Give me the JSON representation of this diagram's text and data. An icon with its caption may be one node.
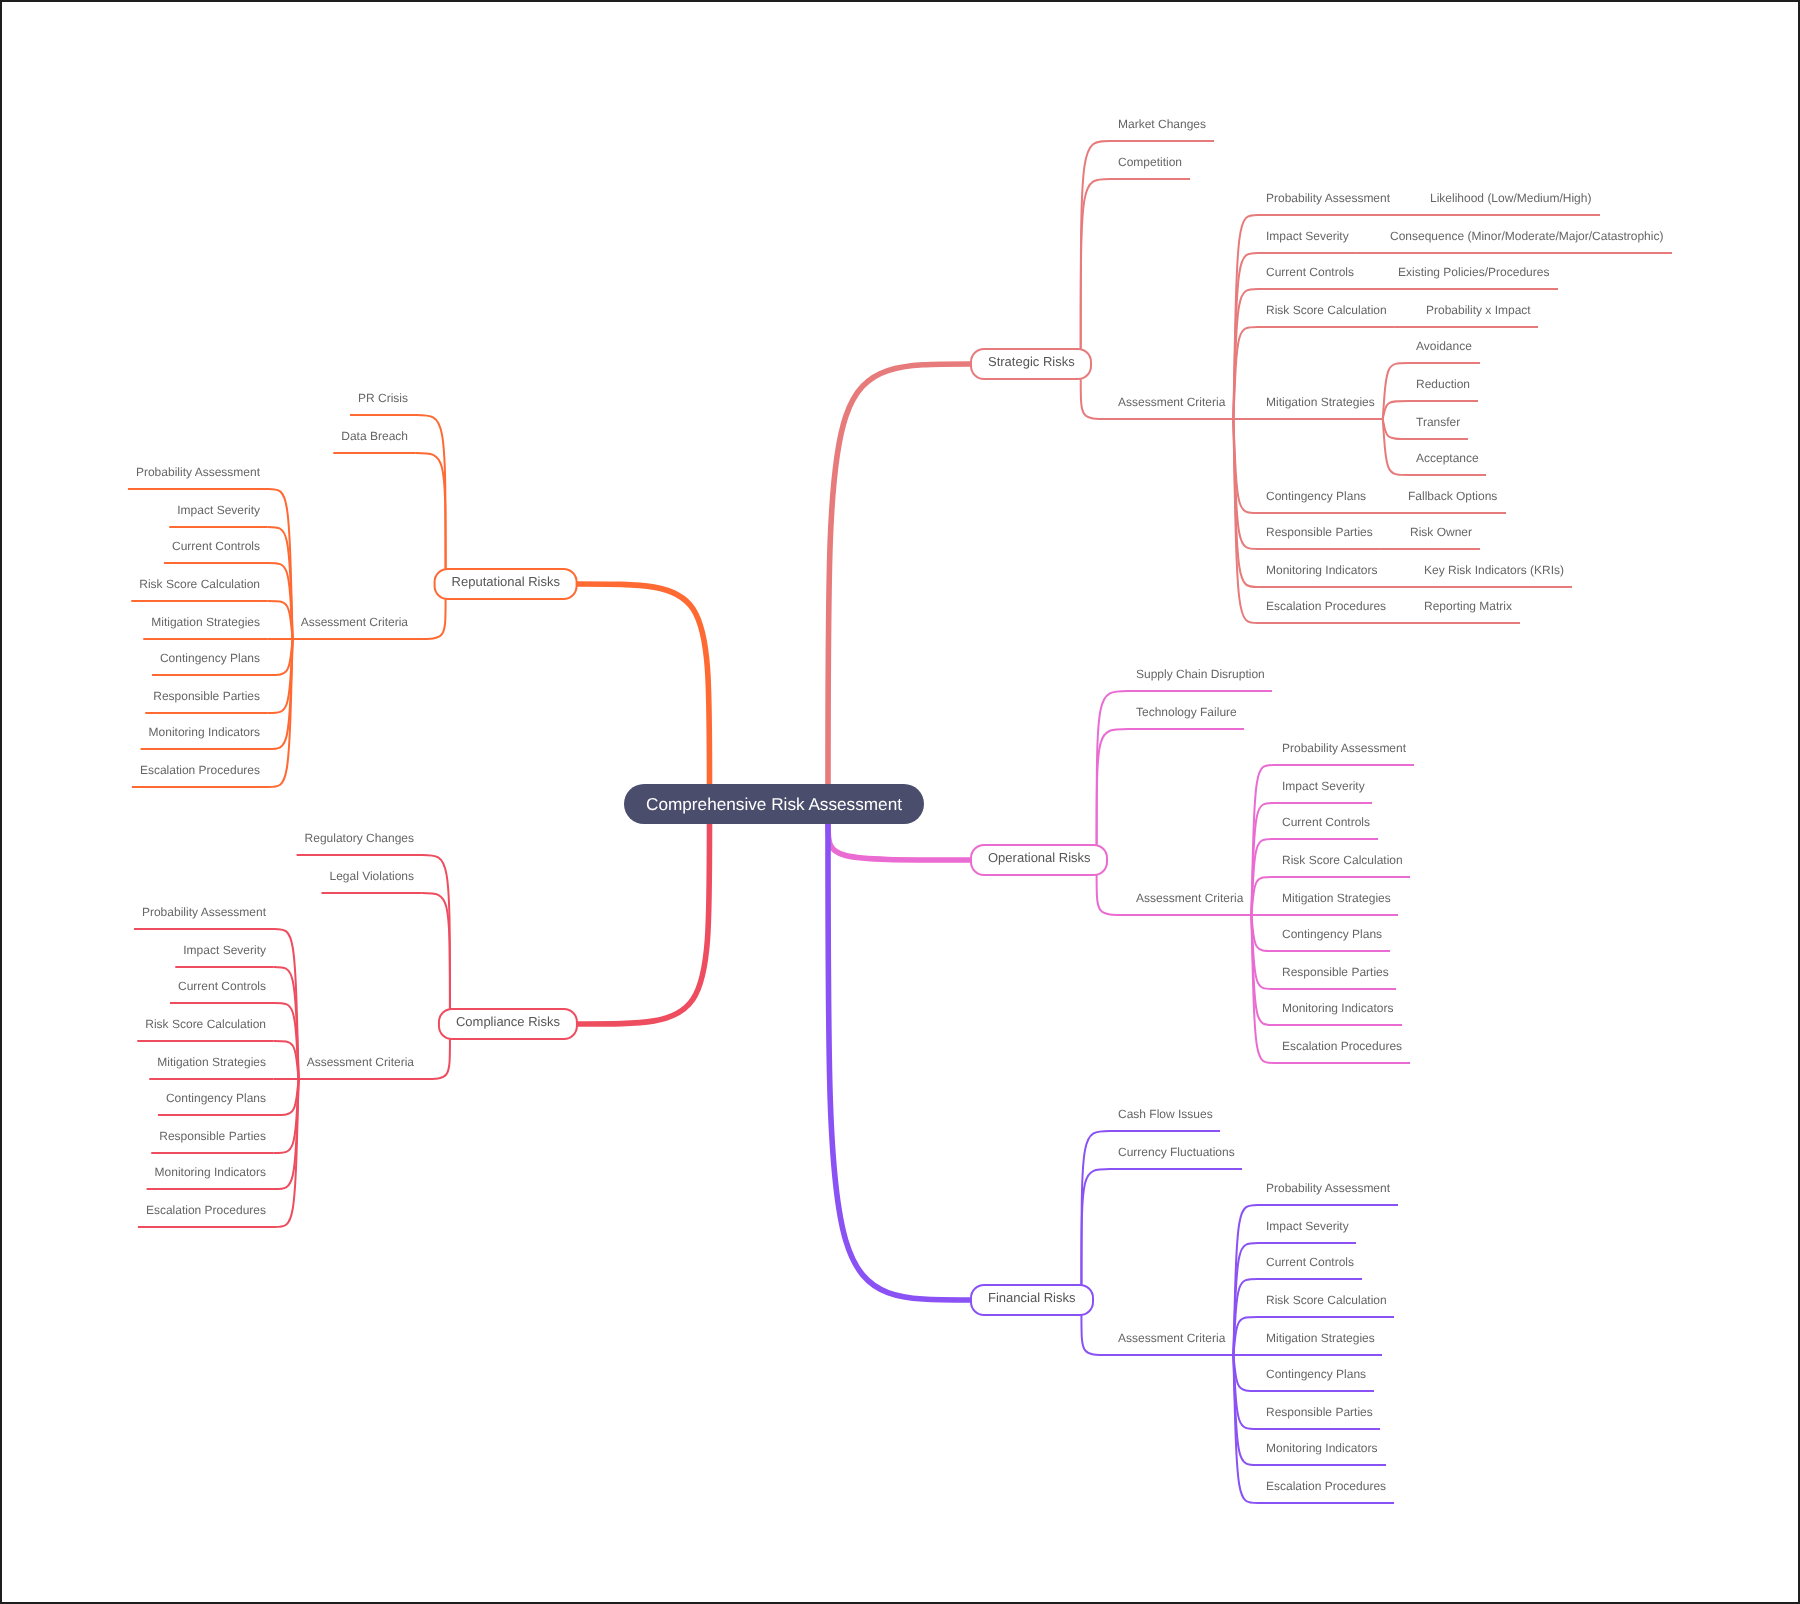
{
  "diagram": {
    "nodes": [
      {
        "text": [
          "Comprehensive Risk Assessment"
        ]
      },
      {
        "text": [
          "Strategic Risks"
        ]
      },
      {
        "text": [
          "Market Changes"
        ]
      },
      {
        "text": [
          "Competition"
        ]
      },
      {
        "text": [
          "Assessment Criteria"
        ]
      },
      {
        "text": [
          "Probability Assessment"
        ]
      },
      {
        "text": [
          "Likelihood (Low/Medium/High)"
        ]
      },
      {
        "text": [
          "Impact Severity"
        ]
      },
      {
        "text": [
          "Consequence (Minor/Moderate/Major/Catastrophic)"
        ]
      },
      {
        "text": [
          "Current Controls"
        ]
      },
      {
        "text": [
          "Existing Policies/Procedures"
        ]
      },
      {
        "text": [
          "Risk Score Calculation"
        ]
      },
      {
        "text": [
          "Probability x Impact"
        ]
      },
      {
        "text": [
          "Mitigation Strategies"
        ]
      },
      {
        "text": [
          "Avoidance"
        ]
      },
      {
        "text": [
          "Reduction"
        ]
      },
      {
        "text": [
          "Transfer"
        ]
      },
      {
        "text": [
          "Acceptance"
        ]
      },
      {
        "text": [
          "Contingency Plans"
        ]
      },
      {
        "text": [
          "Fallback Options"
        ]
      },
      {
        "text": [
          "Responsible Parties"
        ]
      },
      {
        "text": [
          "Risk Owner"
        ]
      },
      {
        "text": [
          "Monitoring Indicators"
        ]
      },
      {
        "text": [
          "Key Risk Indicators (KRIs)"
        ]
      },
      {
        "text": [
          "Escalation Procedures"
        ]
      },
      {
        "text": [
          "Reporting Matrix"
        ]
      },
      {
        "text": [
          "Operational Risks"
        ]
      },
      {
        "text": [
          "Supply Chain Disruption"
        ]
      },
      {
        "text": [
          "Technology Failure"
        ]
      },
      {
        "text": [
          "Assessment Criteria"
        ]
      },
      {
        "text": [
          "Probability Assessment"
        ]
      },
      {
        "text": [
          "Impact Severity"
        ]
      },
      {
        "text": [
          "Current Controls"
        ]
      },
      {
        "text": [
          "Risk Score Calculation"
        ]
      },
      {
        "text": [
          "Mitigation Strategies"
        ]
      },
      {
        "text": [
          "Contingency Plans"
        ]
      },
      {
        "text": [
          "Responsible Parties"
        ]
      },
      {
        "text": [
          "Monitoring Indicators"
        ]
      },
      {
        "text": [
          "Escalation Procedures"
        ]
      },
      {
        "text": [
          "Financial Risks"
        ]
      },
      {
        "text": [
          "Cash Flow Issues"
        ]
      },
      {
        "text": [
          "Currency Fluctuations"
        ]
      },
      {
        "text": [
          "Assessment Criteria"
        ]
      },
      {
        "text": [
          "Probability Assessment"
        ]
      },
      {
        "text": [
          "Impact Severity"
        ]
      },
      {
        "text": [
          "Current Controls"
        ]
      },
      {
        "text": [
          "Risk Score Calculation"
        ]
      },
      {
        "text": [
          "Mitigation Strategies"
        ]
      },
      {
        "text": [
          "Contingency Plans"
        ]
      },
      {
        "text": [
          "Responsible Parties"
        ]
      },
      {
        "text": [
          "Monitoring Indicators"
        ]
      },
      {
        "text": [
          "Escalation Procedures"
        ]
      },
      {
        "text": [
          "Reputational Risks"
        ]
      },
      {
        "text": [
          "PR Crisis"
        ]
      },
      {
        "text": [
          "Data Breach"
        ]
      },
      {
        "text": [
          "Assessment Criteria"
        ]
      },
      {
        "text": [
          "Probability Assessment"
        ]
      },
      {
        "text": [
          "Impact Severity"
        ]
      },
      {
        "text": [
          "Current Controls"
        ]
      },
      {
        "text": [
          "Risk Score Calculation"
        ]
      },
      {
        "text": [
          "Mitigation Strategies"
        ]
      },
      {
        "text": [
          "Contingency Plans"
        ]
      },
      {
        "text": [
          "Responsible Parties"
        ]
      },
      {
        "text": [
          "Monitoring Indicators"
        ]
      },
      {
        "text": [
          "Escalation Procedures"
        ]
      },
      {
        "text": [
          "Compliance Risks"
        ]
      },
      {
        "text": [
          "Regulatory Changes"
        ]
      },
      {
        "text": [
          "Legal Violations"
        ]
      },
      {
        "text": [
          "Assessment Criteria"
        ]
      },
      {
        "text": [
          "Probability Assessment"
        ]
      },
      {
        "text": [
          "Impact Severity"
        ]
      },
      {
        "text": [
          "Current Controls"
        ]
      },
      {
        "text": [
          "Risk Score Calculation"
        ]
      },
      {
        "text": [
          "Mitigation Strategies"
        ]
      },
      {
        "text": [
          "Contingency Plans"
        ]
      },
      {
        "text": [
          "Responsible Parties"
        ]
      },
      {
        "text": [
          "Monitoring Indicators"
        ]
      },
      {
        "text": [
          "Escalation Procedures"
        ]
      }
    ],
    "edges": [
      {
        "from": 0,
        "to": 1,
        "arrow": "none",
        "style": "thick",
        "color": "#e77b7b"
      },
      {
        "from": 1,
        "to": 2,
        "arrow": "none",
        "color": "#e77b7b"
      },
      {
        "from": 1,
        "to": 3,
        "arrow": "none",
        "color": "#e77b7b"
      },
      {
        "from": 1,
        "to": 4,
        "arrow": "none",
        "color": "#e77b7b"
      },
      {
        "from": 4,
        "to": 5,
        "arrow": "none",
        "color": "#e77b7b"
      },
      {
        "from": 5,
        "to": 6,
        "arrow": "none",
        "color": "#e77b7b"
      },
      {
        "from": 4,
        "to": 7,
        "arrow": "none",
        "color": "#e77b7b"
      },
      {
        "from": 7,
        "to": 8,
        "arrow": "none",
        "color": "#e77b7b"
      },
      {
        "from": 4,
        "to": 9,
        "arrow": "none",
        "color": "#e77b7b"
      },
      {
        "from": 9,
        "to": 10,
        "arrow": "none",
        "color": "#e77b7b"
      },
      {
        "from": 4,
        "to": 11,
        "arrow": "none",
        "color": "#e77b7b"
      },
      {
        "from": 11,
        "to": 12,
        "arrow": "none",
        "color": "#e77b7b"
      },
      {
        "from": 4,
        "to": 13,
        "arrow": "none",
        "color": "#e77b7b"
      },
      {
        "from": 13,
        "to": 14,
        "arrow": "none",
        "color": "#e77b7b"
      },
      {
        "from": 13,
        "to": 15,
        "arrow": "none",
        "color": "#e77b7b"
      },
      {
        "from": 13,
        "to": 16,
        "arrow": "none",
        "color": "#e77b7b"
      },
      {
        "from": 13,
        "to": 17,
        "arrow": "none",
        "color": "#e77b7b"
      },
      {
        "from": 4,
        "to": 18,
        "arrow": "none",
        "color": "#e77b7b"
      },
      {
        "from": 18,
        "to": 19,
        "arrow": "none",
        "color": "#e77b7b"
      },
      {
        "from": 4,
        "to": 20,
        "arrow": "none",
        "color": "#e77b7b"
      },
      {
        "from": 20,
        "to": 21,
        "arrow": "none",
        "color": "#e77b7b"
      },
      {
        "from": 4,
        "to": 22,
        "arrow": "none",
        "color": "#e77b7b"
      },
      {
        "from": 22,
        "to": 23,
        "arrow": "none",
        "color": "#e77b7b"
      },
      {
        "from": 4,
        "to": 24,
        "arrow": "none",
        "color": "#e77b7b"
      },
      {
        "from": 24,
        "to": 25,
        "arrow": "none",
        "color": "#e77b7b"
      },
      {
        "from": 0,
        "to": 26,
        "arrow": "none",
        "style": "thick",
        "color": "#ea6bd2"
      },
      {
        "from": 26,
        "to": 27,
        "arrow": "none",
        "color": "#ea6bd2"
      },
      {
        "from": 26,
        "to": 28,
        "arrow": "none",
        "color": "#ea6bd2"
      },
      {
        "from": 26,
        "to": 29,
        "arrow": "none",
        "color": "#ea6bd2"
      },
      {
        "from": 29,
        "to": 30,
        "arrow": "none",
        "color": "#ea6bd2"
      },
      {
        "from": 29,
        "to": 31,
        "arrow": "none",
        "color": "#ea6bd2"
      },
      {
        "from": 29,
        "to": 32,
        "arrow": "none",
        "color": "#ea6bd2"
      },
      {
        "from": 29,
        "to": 33,
        "arrow": "none",
        "color": "#ea6bd2"
      },
      {
        "from": 29,
        "to": 34,
        "arrow": "none",
        "color": "#ea6bd2"
      },
      {
        "from": 29,
        "to": 35,
        "arrow": "none",
        "color": "#ea6bd2"
      },
      {
        "from": 29,
        "to": 36,
        "arrow": "none",
        "color": "#ea6bd2"
      },
      {
        "from": 29,
        "to": 37,
        "arrow": "none",
        "color": "#ea6bd2"
      },
      {
        "from": 29,
        "to": 38,
        "arrow": "none",
        "color": "#ea6bd2"
      },
      {
        "from": 0,
        "to": 39,
        "arrow": "none",
        "style": "thick",
        "color": "#8a52f5"
      },
      {
        "from": 39,
        "to": 40,
        "arrow": "none",
        "color": "#8a52f5"
      },
      {
        "from": 39,
        "to": 41,
        "arrow": "none",
        "color": "#8a52f5"
      },
      {
        "from": 39,
        "to": 42,
        "arrow": "none",
        "color": "#8a52f5"
      },
      {
        "from": 42,
        "to": 43,
        "arrow": "none",
        "color": "#8a52f5"
      },
      {
        "from": 42,
        "to": 44,
        "arrow": "none",
        "color": "#8a52f5"
      },
      {
        "from": 42,
        "to": 45,
        "arrow": "none",
        "color": "#8a52f5"
      },
      {
        "from": 42,
        "to": 46,
        "arrow": "none",
        "color": "#8a52f5"
      },
      {
        "from": 42,
        "to": 47,
        "arrow": "none",
        "color": "#8a52f5"
      },
      {
        "from": 42,
        "to": 48,
        "arrow": "none",
        "color": "#8a52f5"
      },
      {
        "from": 42,
        "to": 49,
        "arrow": "none",
        "color": "#8a52f5"
      },
      {
        "from": 42,
        "to": 50,
        "arrow": "none",
        "color": "#8a52f5"
      },
      {
        "from": 42,
        "to": 51,
        "arrow": "none",
        "color": "#8a52f5"
      },
      {
        "from": 0,
        "to": 52,
        "arrow": "none",
        "style": "thick",
        "color": "#ff6a33"
      },
      {
        "from": 52,
        "to": 53,
        "arrow": "none",
        "color": "#ff6a33"
      },
      {
        "from": 52,
        "to": 54,
        "arrow": "none",
        "color": "#ff6a33"
      },
      {
        "from": 52,
        "to": 55,
        "arrow": "none",
        "color": "#ff6a33"
      },
      {
        "from": 55,
        "to": 56,
        "arrow": "none",
        "color": "#ff6a33"
      },
      {
        "from": 55,
        "to": 57,
        "arrow": "none",
        "color": "#ff6a33"
      },
      {
        "from": 55,
        "to": 58,
        "arrow": "none",
        "color": "#ff6a33"
      },
      {
        "from": 55,
        "to": 59,
        "arrow": "none",
        "color": "#ff6a33"
      },
      {
        "from": 55,
        "to": 60,
        "arrow": "none",
        "color": "#ff6a33"
      },
      {
        "from": 55,
        "to": 61,
        "arrow": "none",
        "color": "#ff6a33"
      },
      {
        "from": 55,
        "to": 62,
        "arrow": "none",
        "color": "#ff6a33"
      },
      {
        "from": 55,
        "to": 63,
        "arrow": "none",
        "color": "#ff6a33"
      },
      {
        "from": 55,
        "to": 64,
        "arrow": "none",
        "color": "#ff6a33"
      },
      {
        "from": 0,
        "to": 65,
        "arrow": "none",
        "style": "thick",
        "color": "#ee4d5f"
      },
      {
        "from": 65,
        "to": 66,
        "arrow": "none",
        "color": "#ee4d5f"
      },
      {
        "from": 65,
        "to": 67,
        "arrow": "none",
        "color": "#ee4d5f"
      },
      {
        "from": 65,
        "to": 68,
        "arrow": "none",
        "color": "#ee4d5f"
      },
      {
        "from": 68,
        "to": 69,
        "arrow": "none",
        "color": "#ee4d5f"
      },
      {
        "from": 68,
        "to": 70,
        "arrow": "none",
        "color": "#ee4d5f"
      },
      {
        "from": 68,
        "to": 71,
        "arrow": "none",
        "color": "#ee4d5f"
      },
      {
        "from": 68,
        "to": 72,
        "arrow": "none",
        "color": "#ee4d5f"
      },
      {
        "from": 68,
        "to": 73,
        "arrow": "none",
        "color": "#ee4d5f"
      },
      {
        "from": 68,
        "to": 74,
        "arrow": "none",
        "color": "#ee4d5f"
      },
      {
        "from": 68,
        "to": 75,
        "arrow": "none",
        "color": "#ee4d5f"
      },
      {
        "from": 68,
        "to": 76,
        "arrow": "none",
        "color": "#ee4d5f"
      },
      {
        "from": 68,
        "to": 77,
        "arrow": "none",
        "color": "#ee4d5f"
      }
    ]
  }
}
